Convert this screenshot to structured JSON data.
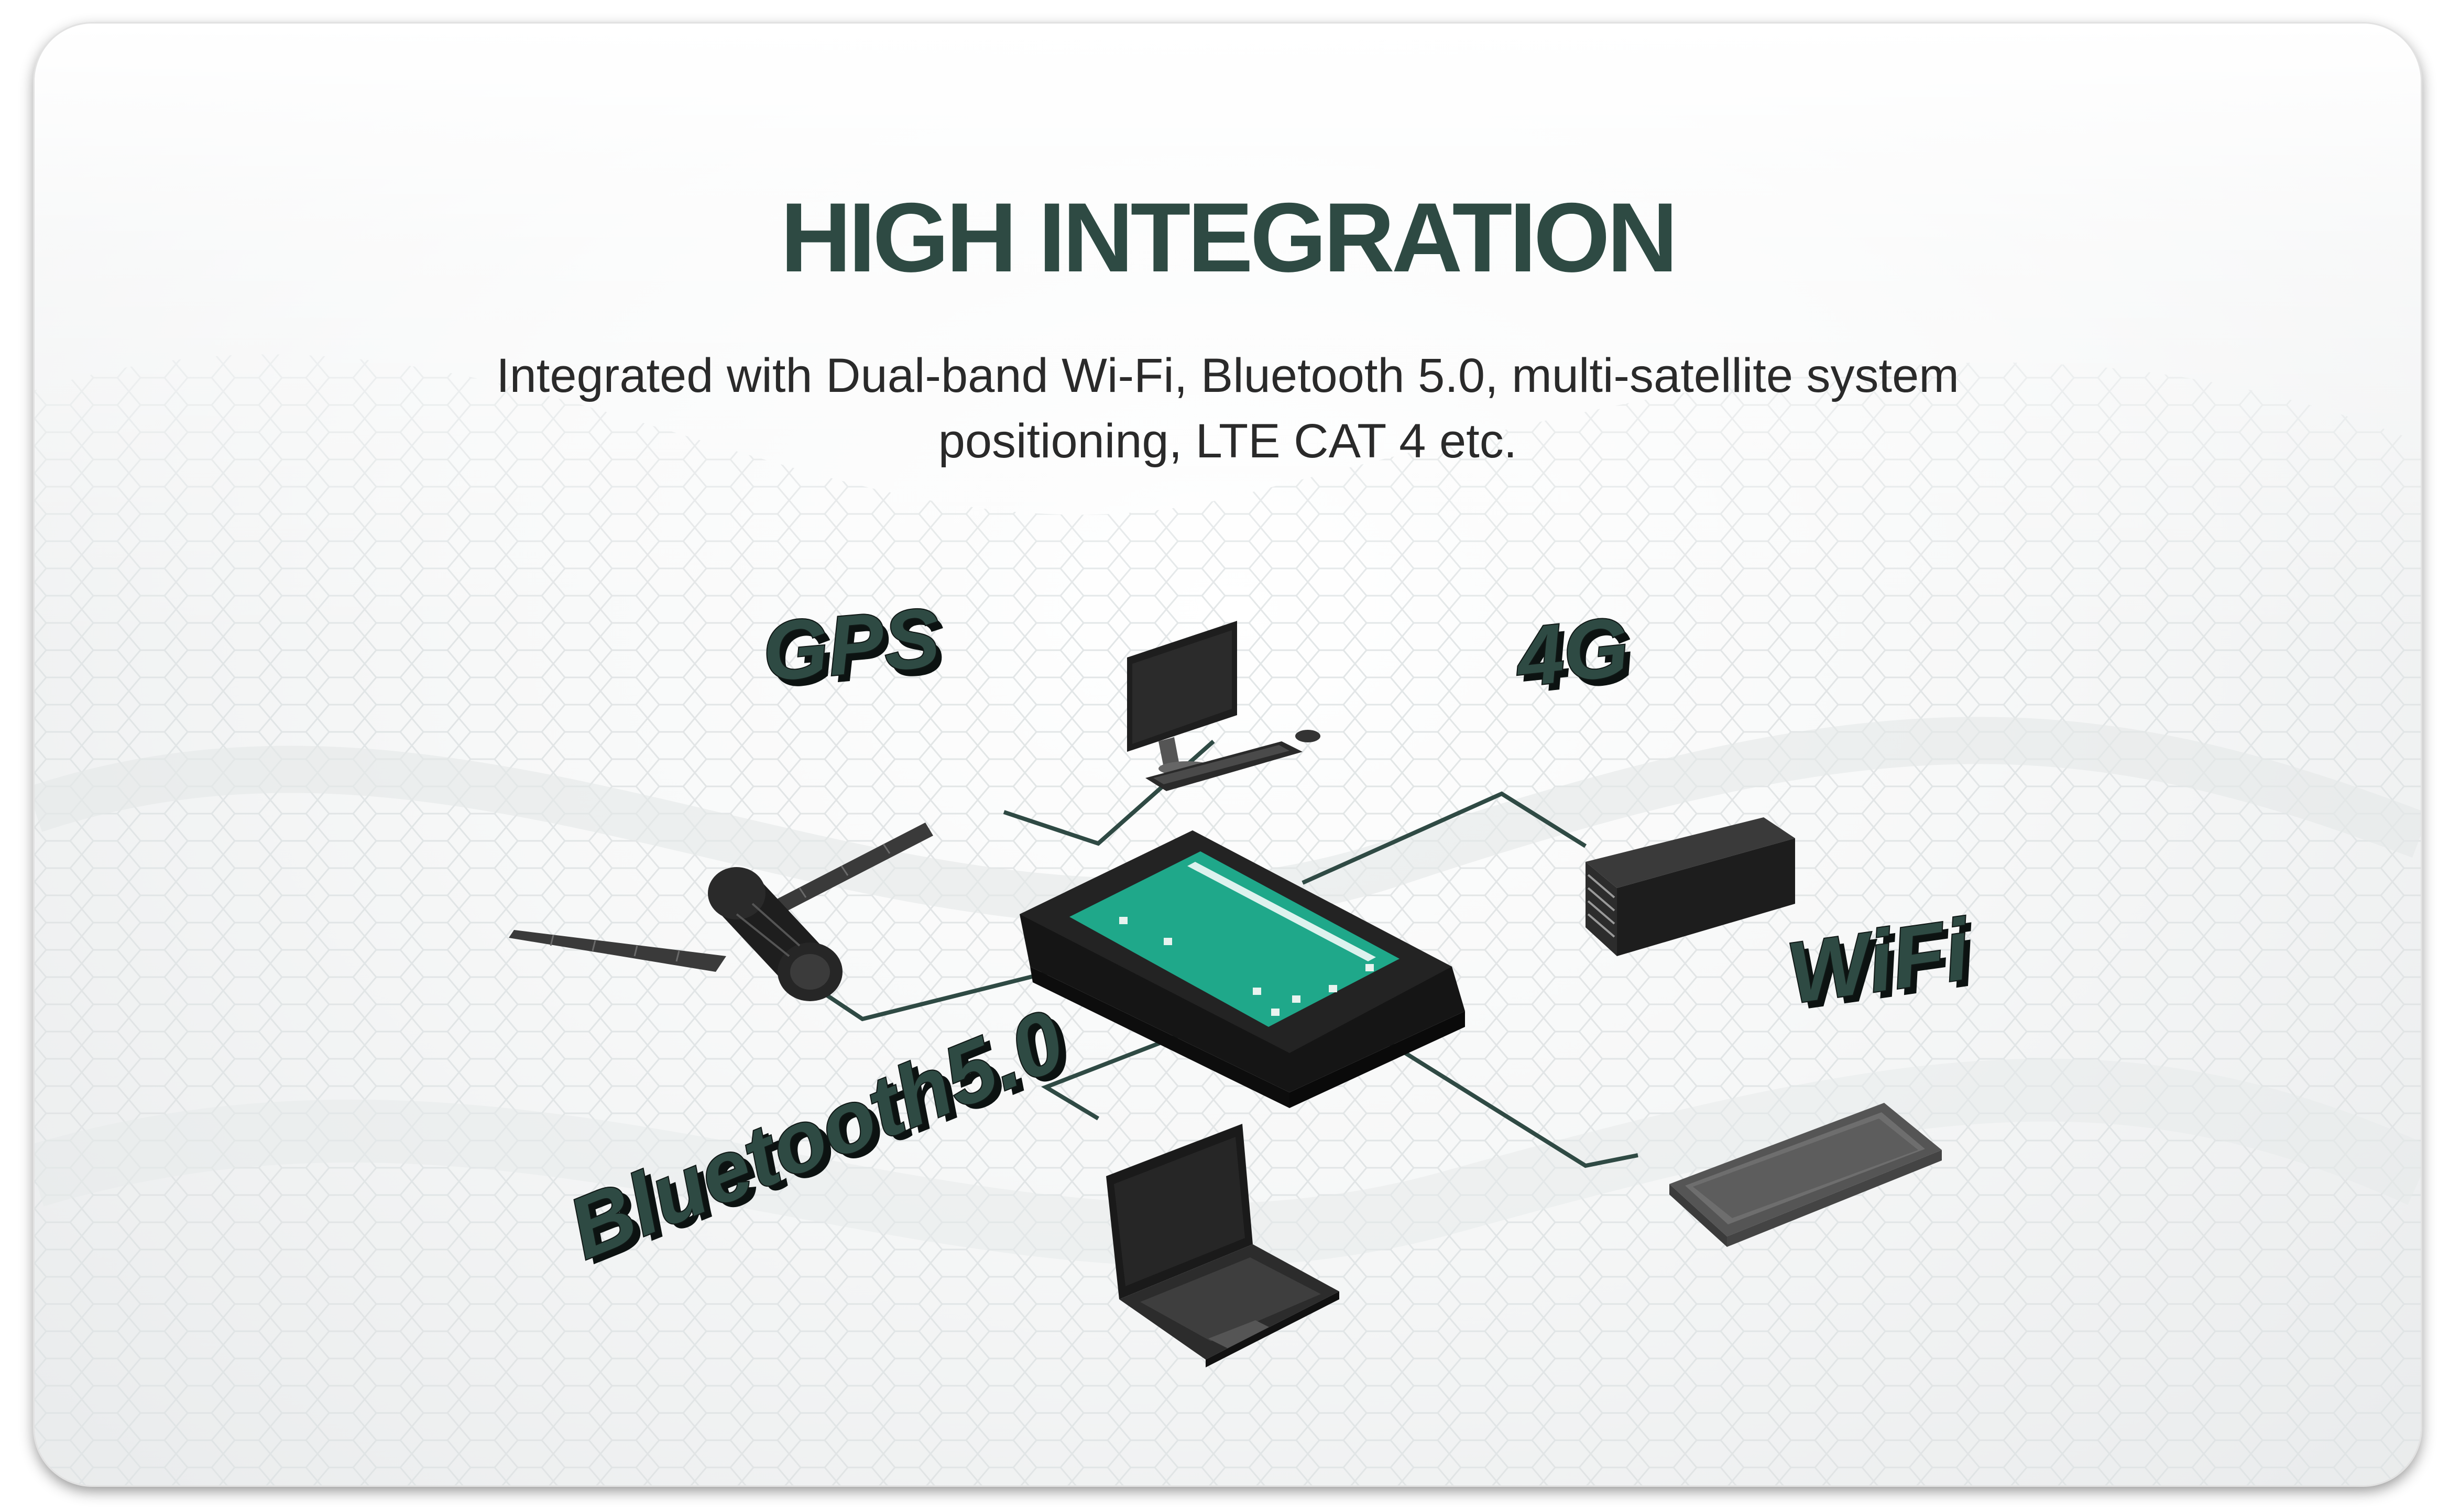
{
  "header": {
    "title": "HIGH INTEGRATION",
    "subtitle_line1": "Integrated with Dual-band Wi-Fi, Bluetooth 5.0, multi-satellite system",
    "subtitle_line2": "positioning, LTE CAT 4 etc."
  },
  "labels": {
    "gps": "GPS",
    "lte": "4G",
    "wifi": "WiFi",
    "bluetooth": "Bluetooth5.0"
  },
  "colors": {
    "accent": "#2e4a43",
    "connector": "#2f4a44",
    "screen": "#1fa88a",
    "device_body": "#1c1c1c"
  }
}
